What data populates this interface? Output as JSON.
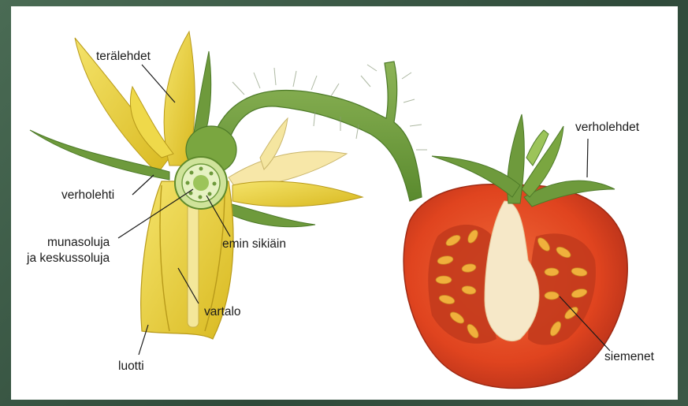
{
  "labels": {
    "petals": "terälehdet",
    "sepal": "verholehti",
    "ovules_line1": "munasoluja",
    "ovules_line2": "ja keskussoluja",
    "ovary": "emin sikiäin",
    "style": "vartalo",
    "stigma": "luotti",
    "sepals": "verholehdet",
    "seeds": "siemenet"
  },
  "colors": {
    "frame": "#3f5a48",
    "petal_yellow": "#e8d23a",
    "stem_green": "#6e9a3c",
    "tomato_red": "#e0441f",
    "seed_orange": "#f0b03c"
  }
}
